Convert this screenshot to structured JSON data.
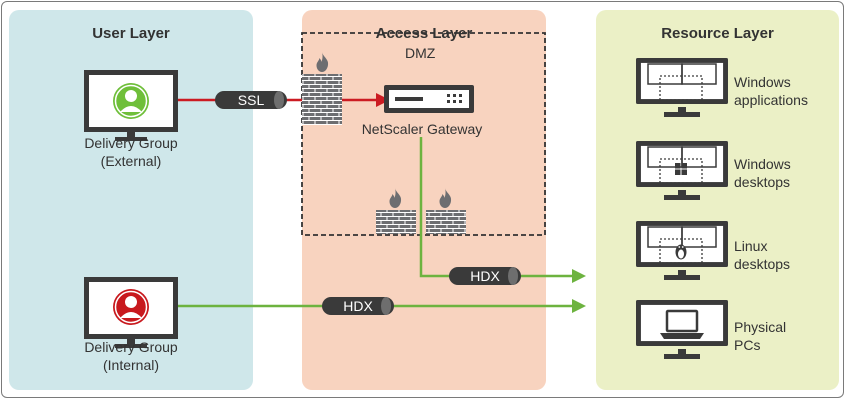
{
  "layers": {
    "user": "User Layer",
    "access": "Access Layer",
    "resource": "Resource Layer"
  },
  "dmz": "DMZ",
  "gateway": "NetScaler Gateway",
  "groups": {
    "external": {
      "line1": "Delivery Group",
      "line2": "(External)",
      "color": "#6fbf3a"
    },
    "internal": {
      "line1": "Delivery Group",
      "line2": "(Internal)",
      "color": "#c8191e"
    }
  },
  "tunnels": {
    "ssl": "SSL",
    "hdx_gateway": "HDX",
    "hdx_internal": "HDX"
  },
  "resources": [
    {
      "line1": "Windows",
      "line2": "applications"
    },
    {
      "line1": "Windows",
      "line2": "desktops"
    },
    {
      "line1": "Linux",
      "line2": "desktops"
    },
    {
      "line1": "Physical",
      "line2": "PCs"
    }
  ],
  "colors": {
    "ssl_line": "#cc1b22",
    "hdx_line": "#6db33f",
    "firewall": "#6d6e71",
    "monitor": "#3a3a3a"
  },
  "icons": [
    "flame-icon",
    "firewall-icon",
    "gateway-appliance-icon",
    "monitor-icon",
    "user-icon",
    "windows-logo-icon",
    "linux-tux-icon",
    "laptop-icon"
  ]
}
